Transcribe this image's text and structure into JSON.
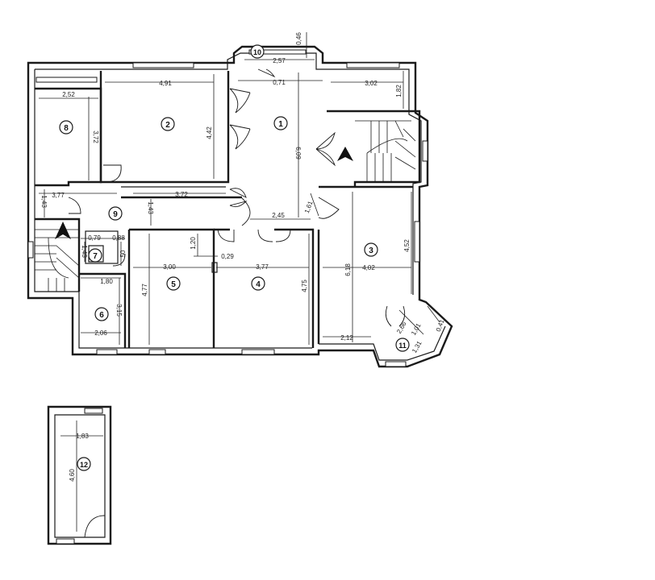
{
  "rooms": {
    "r1": "1",
    "r2": "2",
    "r3": "3",
    "r4": "4",
    "r5": "5",
    "r6": "6",
    "r7": "7",
    "r8": "8",
    "r9": "9",
    "r10": "10",
    "r11": "11",
    "r12": "12"
  },
  "dimensions": {
    "d_0_46": "0,46",
    "d_2_57": "2,57",
    "d_0_71": "0,71",
    "d_4_91": "4,91",
    "d_3_02": "3,02",
    "d_1_82": "1,82",
    "d_2_52": "2,52",
    "d_3_72_v": "3,72",
    "d_4_42": "4,42",
    "d_6_09": "6,09",
    "d_1_43_a": "1,43",
    "d_3_77_a": "3,77",
    "d_3_72_h": "3,72",
    "d_1_43_b": "1,43",
    "d_1_61": "1,61",
    "d_2_45": "2,45",
    "d_0_79": "0,79",
    "d_0_88": "0,88",
    "d_1_43_c": "1,43",
    "d_50": "50",
    "d_1_20": "1,20",
    "d_0_29": "0,29",
    "d_3_00": "3,00",
    "d_3_77_b": "3,77",
    "d_4_02": "4,02",
    "d_4_52": "4,52",
    "d_4_77": "4,77",
    "d_4_75": "4,75",
    "d_6_18": "6,18",
    "d_1_80": "1,80",
    "d_3_15": "3,15",
    "d_2_06": "2,06",
    "d_2_12": "2,12",
    "d_0_41": "0,41",
    "d_1_01": "1,01",
    "d_2_66": "2,66",
    "d_1_31": "1,31",
    "d_1_83": "1,83",
    "d_4_60": "4,60"
  }
}
